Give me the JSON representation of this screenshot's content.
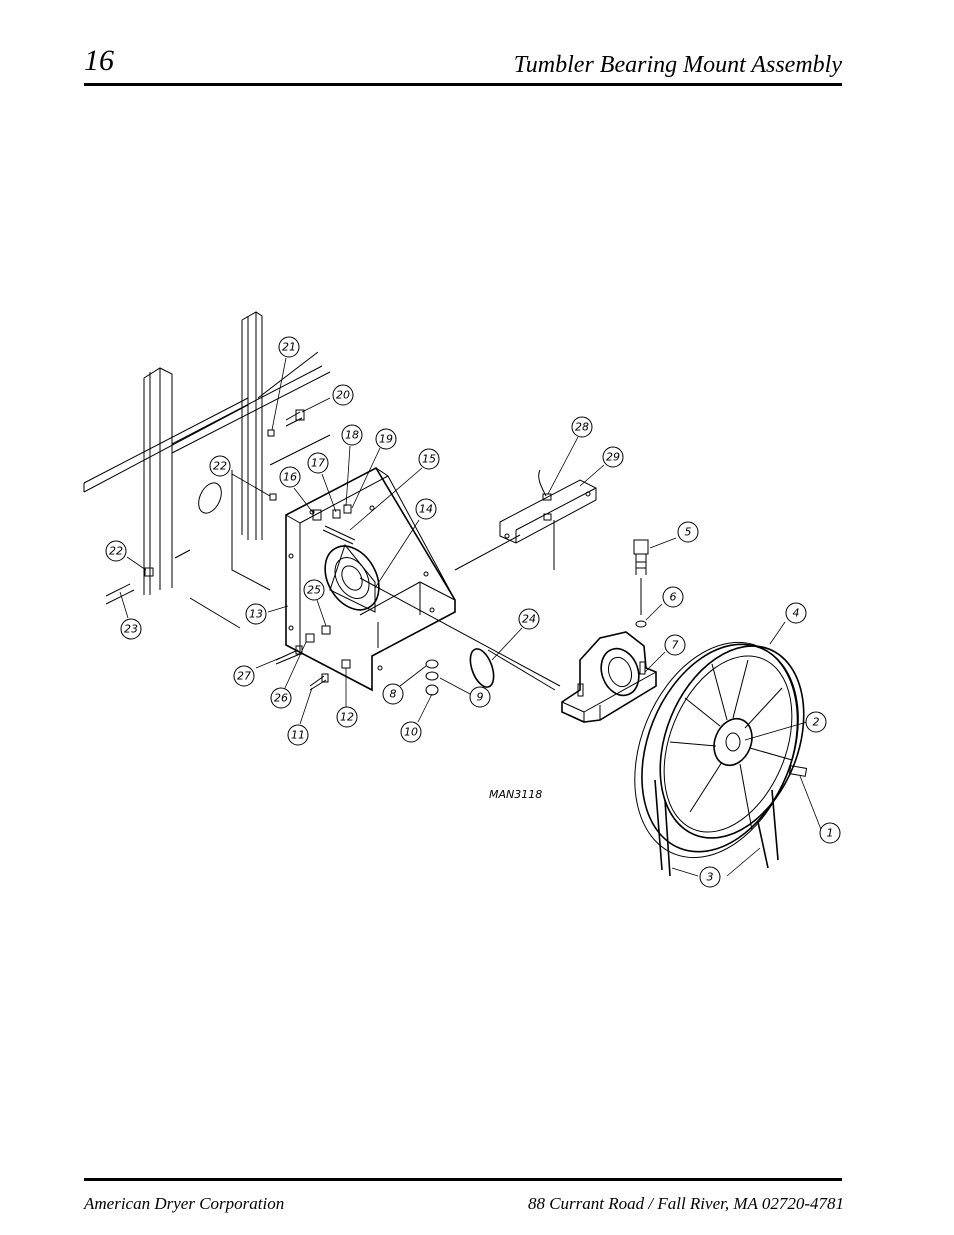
{
  "header": {
    "page_number": "16",
    "title": "Tumbler Bearing Mount Assembly"
  },
  "diagram": {
    "drawing_code": "MAN3118",
    "callouts": [
      "1",
      "2",
      "3",
      "4",
      "5",
      "6",
      "7",
      "8",
      "9",
      "10",
      "11",
      "12",
      "13",
      "14",
      "15",
      "16",
      "17",
      "18",
      "19",
      "20",
      "21",
      "22",
      "22",
      "23",
      "24",
      "25",
      "26",
      "27",
      "28",
      "29"
    ]
  },
  "footer": {
    "company": "American Dryer Corporation",
    "address": "88 Currant Road / Fall River, MA 02720-4781"
  }
}
